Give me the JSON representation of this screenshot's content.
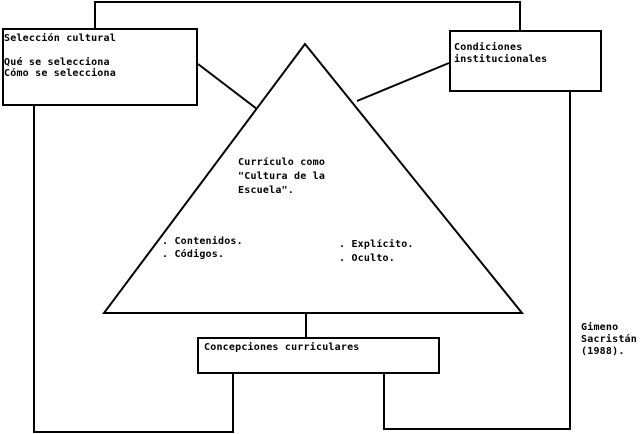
{
  "boxes": {
    "seleccion": {
      "title": "Selección cultural",
      "line1": "Qué se selecciona",
      "line2": "Cómo se selecciona"
    },
    "condiciones": {
      "line1": "Condiciones",
      "line2": "institucionales"
    },
    "concepciones": {
      "label": "Concepciones curriculares"
    }
  },
  "triangle": {
    "title_line1": "Currículo como",
    "title_line2": "\"Cultura de la",
    "title_line3": "Escuela\".",
    "left_items": [
      ". Contenidos.",
      ". Códigos."
    ],
    "right_items": [
      ". Explícito.",
      ". Oculto."
    ]
  },
  "credit": {
    "line1": "Gimeno",
    "line2": "Sacristán",
    "line3": "(1988)."
  }
}
